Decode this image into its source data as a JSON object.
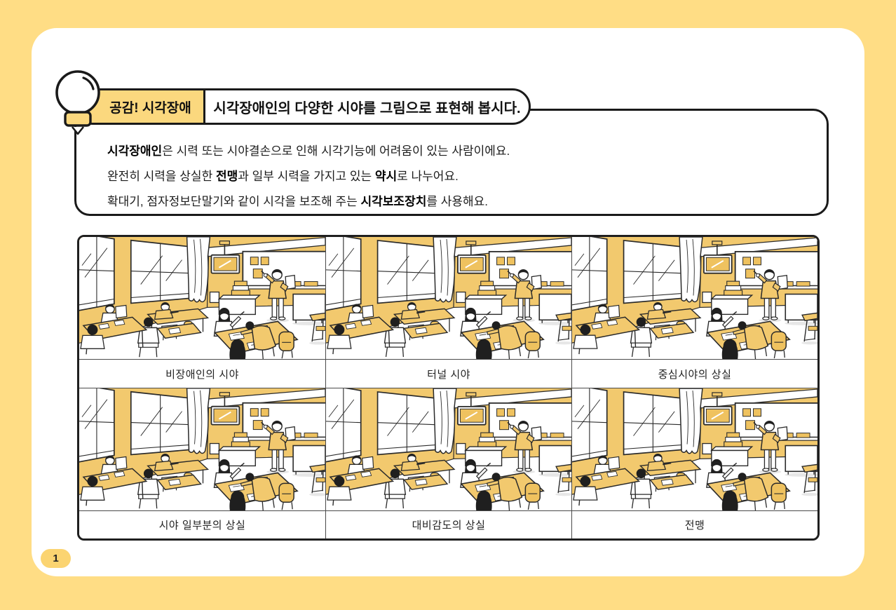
{
  "page": {
    "number": "1",
    "background_color": "#FFDD85",
    "accent_yellow": "#FBD87E",
    "illustration_gold": "#F2C96E",
    "outline_color": "#1a1a1a"
  },
  "header": {
    "icon": "lightbulb-icon",
    "badge_label": "공감! 시각장애",
    "title": "시각장애인의 다양한 시야를 그림으로 표현해 봅시다."
  },
  "intro": {
    "line1_bold": "시각장애인",
    "line1_rest": "은 시력 또는 시야결손으로 인해 시각기능에 어려움이 있는 사람이에요.",
    "line2_pre": "완전히 시력을 상실한 ",
    "line2_bold1": "전맹",
    "line2_mid": "과 일부 시력을 가지고 있는 ",
    "line2_bold2": "약시",
    "line2_post": "로 나누어요.",
    "line3_pre": "확대기, 점자정보단말기와 같이 시각을 보조해 주는 ",
    "line3_bold": "시각보조장치",
    "line3_post": "를 사용해요."
  },
  "grid": {
    "illustration": "classroom-scene",
    "panels": [
      {
        "label": "비장애인의 시야"
      },
      {
        "label": "터널 시야"
      },
      {
        "label": "중심시야의 상실"
      },
      {
        "label": "시야 일부분의 상실"
      },
      {
        "label": "대비감도의 상실"
      },
      {
        "label": "전맹"
      }
    ]
  }
}
